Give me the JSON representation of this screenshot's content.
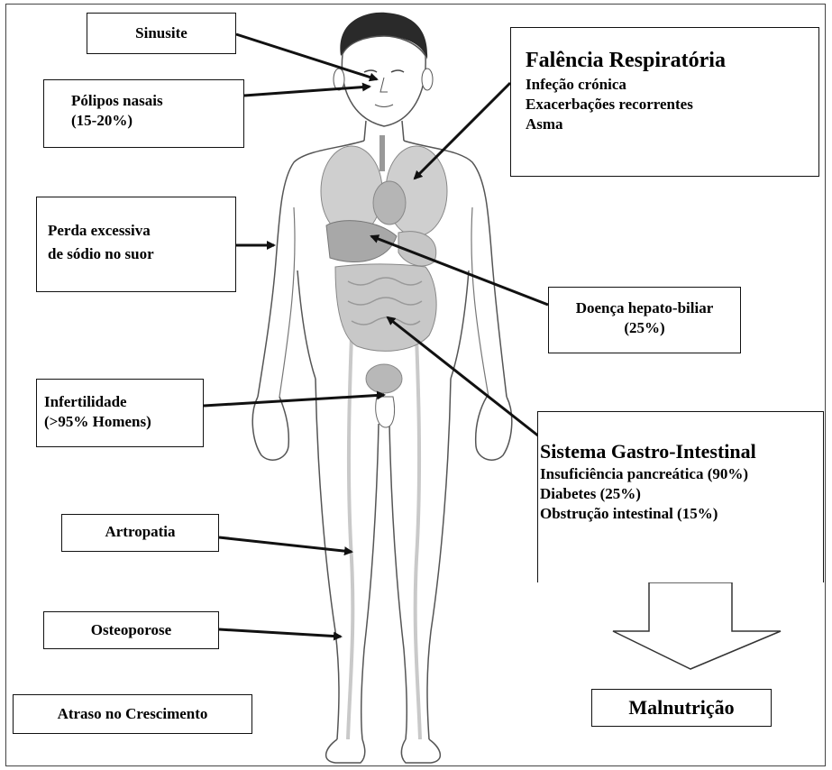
{
  "labels": {
    "sinusite": "Sinusite",
    "polipos": [
      "Pólipos nasais",
      "(15-20%)"
    ],
    "respiratoria": {
      "title": "Falência Respiratória",
      "items": [
        "Infeção crónica",
        "Exacerbações recorrentes",
        "Asma"
      ]
    },
    "sodio": [
      "Perda excessiva",
      "de sódio no suor"
    ],
    "hepato": [
      "Doença hepato-biliar",
      "(25%)"
    ],
    "infertilidade": [
      "Infertilidade",
      "(>95% Homens)"
    ],
    "gastro": {
      "title": "Sistema Gastro-Intestinal",
      "items": [
        "Insuficiência pancreática (90%)",
        "Diabetes (25%)",
        "Obstrução intestinal (15%)"
      ]
    },
    "artropatia": "Artropatia",
    "osteoporose": "Osteoporose",
    "crescimento": "Atraso no Crescimento",
    "malnutricao": "Malnutrição"
  },
  "colors": {
    "ink": "#111111",
    "organ": "#bdbdbd",
    "organ_dark": "#9a9a9a",
    "skin_line": "#555555"
  }
}
